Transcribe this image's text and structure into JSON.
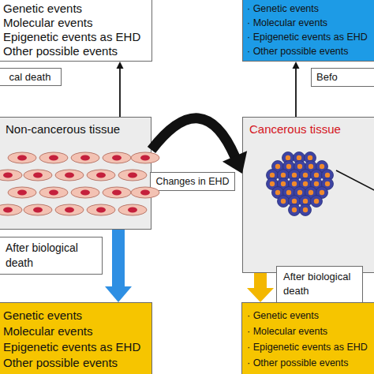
{
  "diagram": {
    "nodes": [
      {
        "text": [
          "Genetic events",
          "Molecular events",
          "Epigenetic events as EHD",
          "Other possible events"
        ]
      },
      {
        "text": [
          "cal death"
        ]
      },
      {
        "text": [
          "· Genetic events",
          "· Molecular events",
          "· Epigenetic events as EHD",
          "· Other possible events"
        ]
      },
      {
        "text": [
          "Befo"
        ]
      },
      {
        "text": [
          "Non-cancerous tissue"
        ]
      },
      {
        "text": [
          "Cancerous tissue"
        ]
      },
      {
        "text": [
          "Changes in EHD"
        ]
      },
      {
        "text": [
          "After biological death"
        ]
      },
      {
        "text": [
          "Genetic events",
          "Molecular events",
          "Epigenetic events as EHD",
          "Other possible events"
        ]
      },
      {
        "text": [
          "After biological death"
        ]
      },
      {
        "text": [
          "· Genetic events",
          "· Molecular events",
          "· Epigenetic events as EHD",
          "· Other possible events"
        ]
      }
    ],
    "edges": [
      {
        "from": 4,
        "to": 0,
        "arrow": "to"
      },
      {
        "from": 5,
        "to": 2,
        "arrow": "to"
      },
      {
        "from": 4,
        "to": 5,
        "arrow": "to"
      },
      {
        "from": 4,
        "to": 8,
        "arrow": "to"
      },
      {
        "from": 5,
        "to": 10,
        "arrow": "to"
      }
    ]
  }
}
